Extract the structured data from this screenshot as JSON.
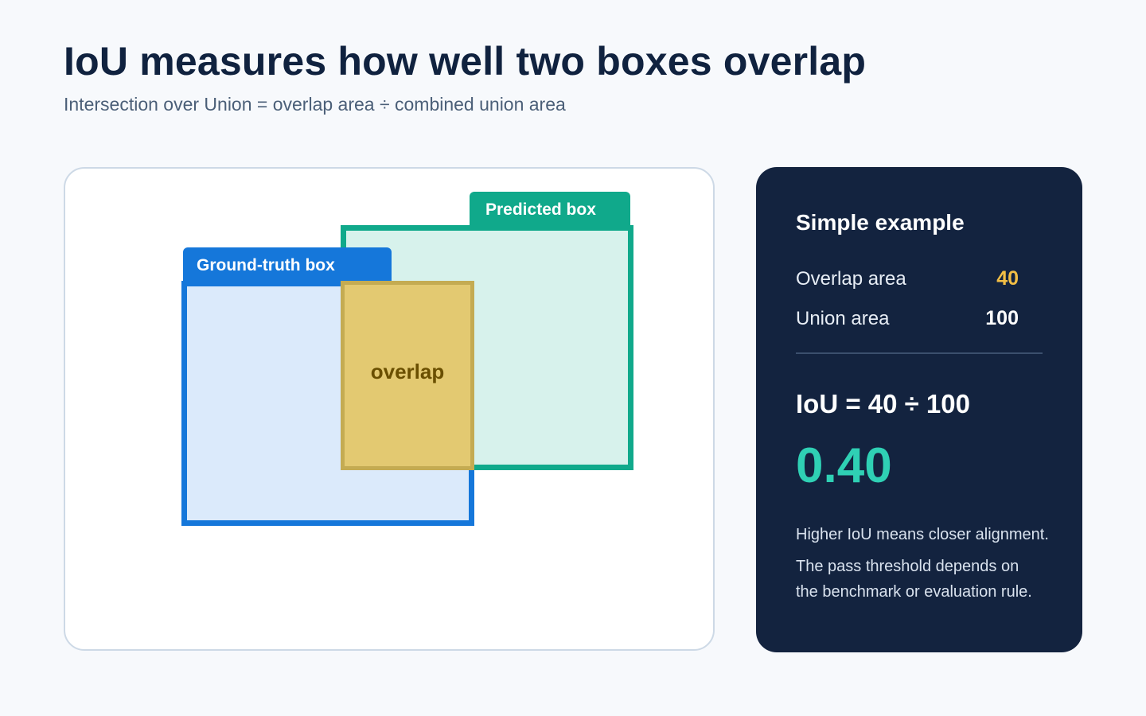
{
  "header": {
    "title": "IoU measures how well two boxes overlap",
    "subtitle": "Intersection over Union = overlap area ÷ combined union area"
  },
  "diagram": {
    "ground_truth_label": "Ground-truth box",
    "predicted_label": "Predicted box",
    "overlap_label": "overlap",
    "colors": {
      "ground_truth": "#1577da",
      "predicted": "#10a98b",
      "overlap": "#e3c971"
    }
  },
  "example": {
    "title": "Simple example",
    "overlap_label": "Overlap area",
    "overlap_value": "40",
    "union_label": "Union area",
    "union_value": "100",
    "formula": "IoU = 40 ÷ 100",
    "result": "0.40",
    "note_1": "Higher IoU means closer alignment.",
    "note_2": "The pass threshold depends on",
    "note_3": "the benchmark or evaluation rule.",
    "colors": {
      "overlap_value": "#f2be45",
      "result": "#2fd0b4"
    }
  }
}
